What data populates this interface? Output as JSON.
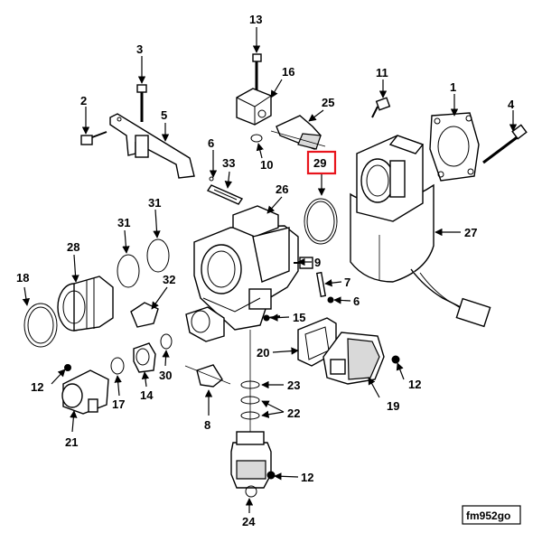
{
  "figure_ref": "fm952go",
  "highlight_color": "#e8141c",
  "callouts": {
    "c1": "1",
    "c2": "2",
    "c3": "3",
    "c4": "4",
    "c5": "5",
    "c6a": "6",
    "c6b": "6",
    "c7": "7",
    "c8": "8",
    "c9": "9",
    "c10": "10",
    "c11": "11",
    "c12a": "12",
    "c12b": "12",
    "c12c": "12",
    "c13": "13",
    "c14": "14",
    "c15": "15",
    "c16": "16",
    "c17": "17",
    "c18": "18",
    "c19": "19",
    "c20": "20",
    "c21": "21",
    "c22": "22",
    "c23": "23",
    "c24": "24",
    "c25": "25",
    "c26": "26",
    "c27": "27",
    "c28": "28",
    "c29": "29",
    "c30": "30",
    "c31a": "31",
    "c31b": "31",
    "c32": "32",
    "c33": "33"
  }
}
